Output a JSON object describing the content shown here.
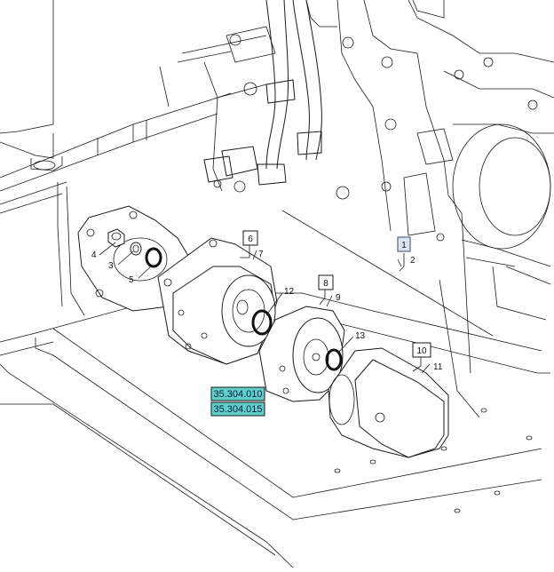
{
  "callouts": {
    "c1": "1",
    "c2": "2",
    "c3": "3",
    "c4": "4",
    "c5": "5",
    "c6": "6",
    "c7": "7",
    "c8": "8",
    "c9": "9",
    "c10": "10",
    "c11": "11",
    "c12": "12",
    "c13": "13"
  },
  "references": {
    "ref_a": "35.304.010",
    "ref_b": "35.304.015"
  },
  "colors": {
    "reference_highlight": "#5fd0c8",
    "selected_callout": "#d9e4f0"
  }
}
